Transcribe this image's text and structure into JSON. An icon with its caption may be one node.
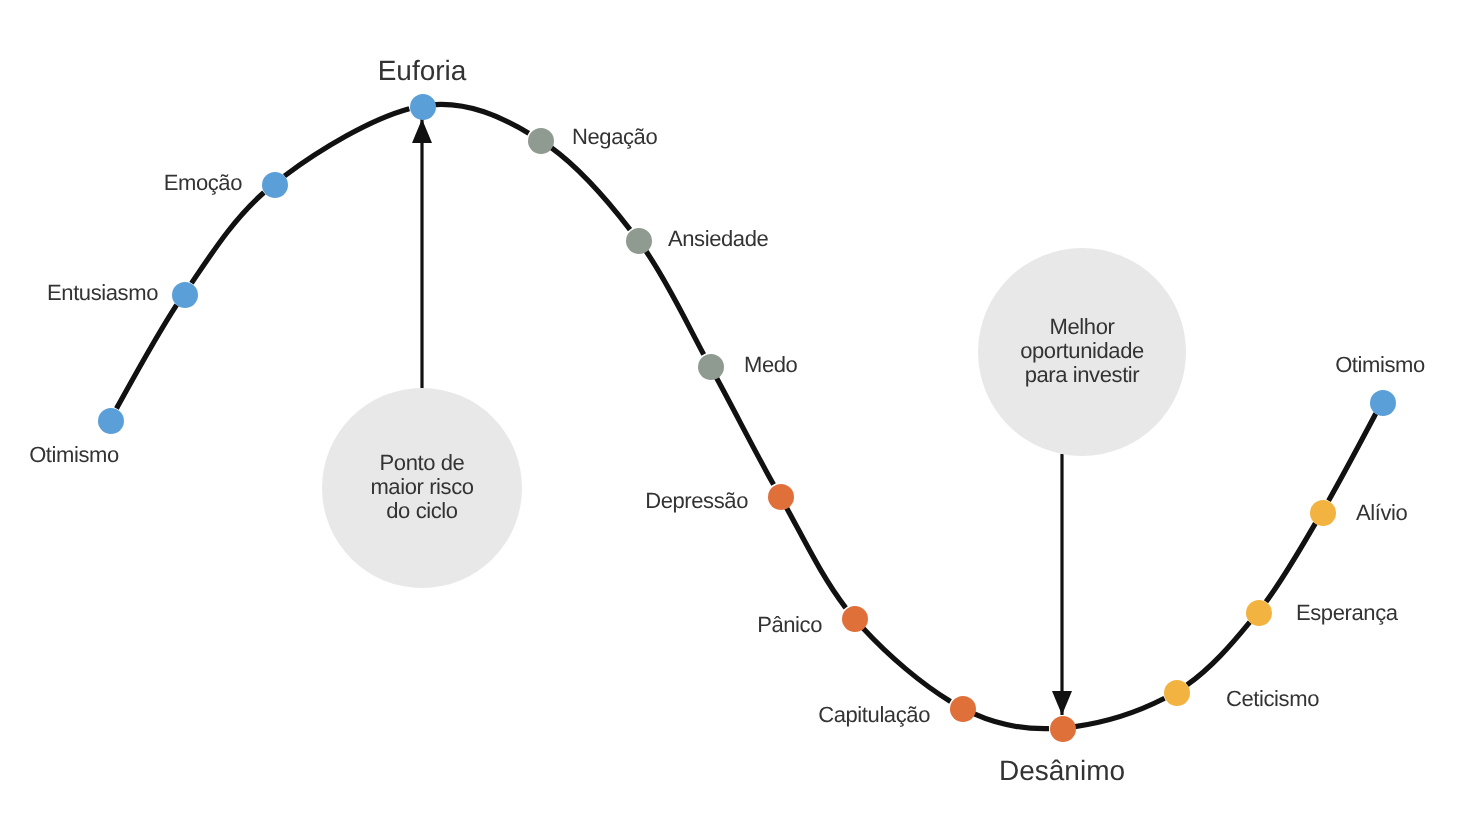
{
  "diagram": {
    "nodes": [
      {
        "text": [],
        "shape": "circle",
        "beside": [
          "Otimismo"
        ]
      },
      {
        "text": [],
        "shape": "circle",
        "beside": [
          "Entusiasmo"
        ]
      },
      {
        "text": [],
        "shape": "circle",
        "beside": [
          "Emoção"
        ]
      },
      {
        "text": [],
        "shape": "circle",
        "beside": [
          "Euforia"
        ]
      },
      {
        "text": [],
        "shape": "circle",
        "beside": [
          "Negação"
        ]
      },
      {
        "text": [],
        "shape": "circle",
        "beside": [
          "Ansiedade"
        ]
      },
      {
        "text": [],
        "shape": "circle",
        "beside": [
          "Medo"
        ]
      },
      {
        "text": [],
        "shape": "circle",
        "beside": [
          "Depressão"
        ]
      },
      {
        "text": [],
        "shape": "circle",
        "beside": [
          "Pânico"
        ]
      },
      {
        "text": [],
        "shape": "circle",
        "beside": [
          "Capitulação"
        ]
      },
      {
        "text": [],
        "shape": "circle",
        "beside": [
          "Desânimo"
        ]
      },
      {
        "text": [],
        "shape": "circle",
        "beside": [
          "Ceticismo"
        ]
      },
      {
        "text": [],
        "shape": "circle",
        "beside": [
          "Esperança"
        ]
      },
      {
        "text": [],
        "shape": "circle",
        "beside": [
          "Alívio"
        ]
      },
      {
        "text": [],
        "shape": "circle",
        "beside": [
          "Otimismo"
        ]
      },
      {
        "text": [
          "Ponto de maior risco do ciclo"
        ]
      },
      {
        "text": [
          "Melhor oportunidade para investir"
        ]
      }
    ],
    "edges": [
      {
        "from": 0,
        "to": 1,
        "arrow": "none"
      },
      {
        "from": 1,
        "to": 2,
        "arrow": "none"
      },
      {
        "from": 2,
        "to": 3,
        "arrow": "none"
      },
      {
        "from": 3,
        "to": 4,
        "arrow": "none"
      },
      {
        "from": 4,
        "to": 5,
        "arrow": "none"
      },
      {
        "from": 5,
        "to": 6,
        "arrow": "none"
      },
      {
        "from": 6,
        "to": 7,
        "arrow": "none"
      },
      {
        "from": 7,
        "to": 8,
        "arrow": "none"
      },
      {
        "from": 8,
        "to": 9,
        "arrow": "none"
      },
      {
        "from": 9,
        "to": 10,
        "arrow": "none"
      },
      {
        "from": 10,
        "to": 11,
        "arrow": "none"
      },
      {
        "from": 11,
        "to": 12,
        "arrow": "none"
      },
      {
        "from": 12,
        "to": 13,
        "arrow": "none"
      },
      {
        "from": 13,
        "to": 14,
        "arrow": "none"
      },
      {
        "from": 15,
        "to": 3,
        "arrow": "to"
      },
      {
        "from": 16,
        "to": 10,
        "arrow": "to"
      }
    ]
  }
}
